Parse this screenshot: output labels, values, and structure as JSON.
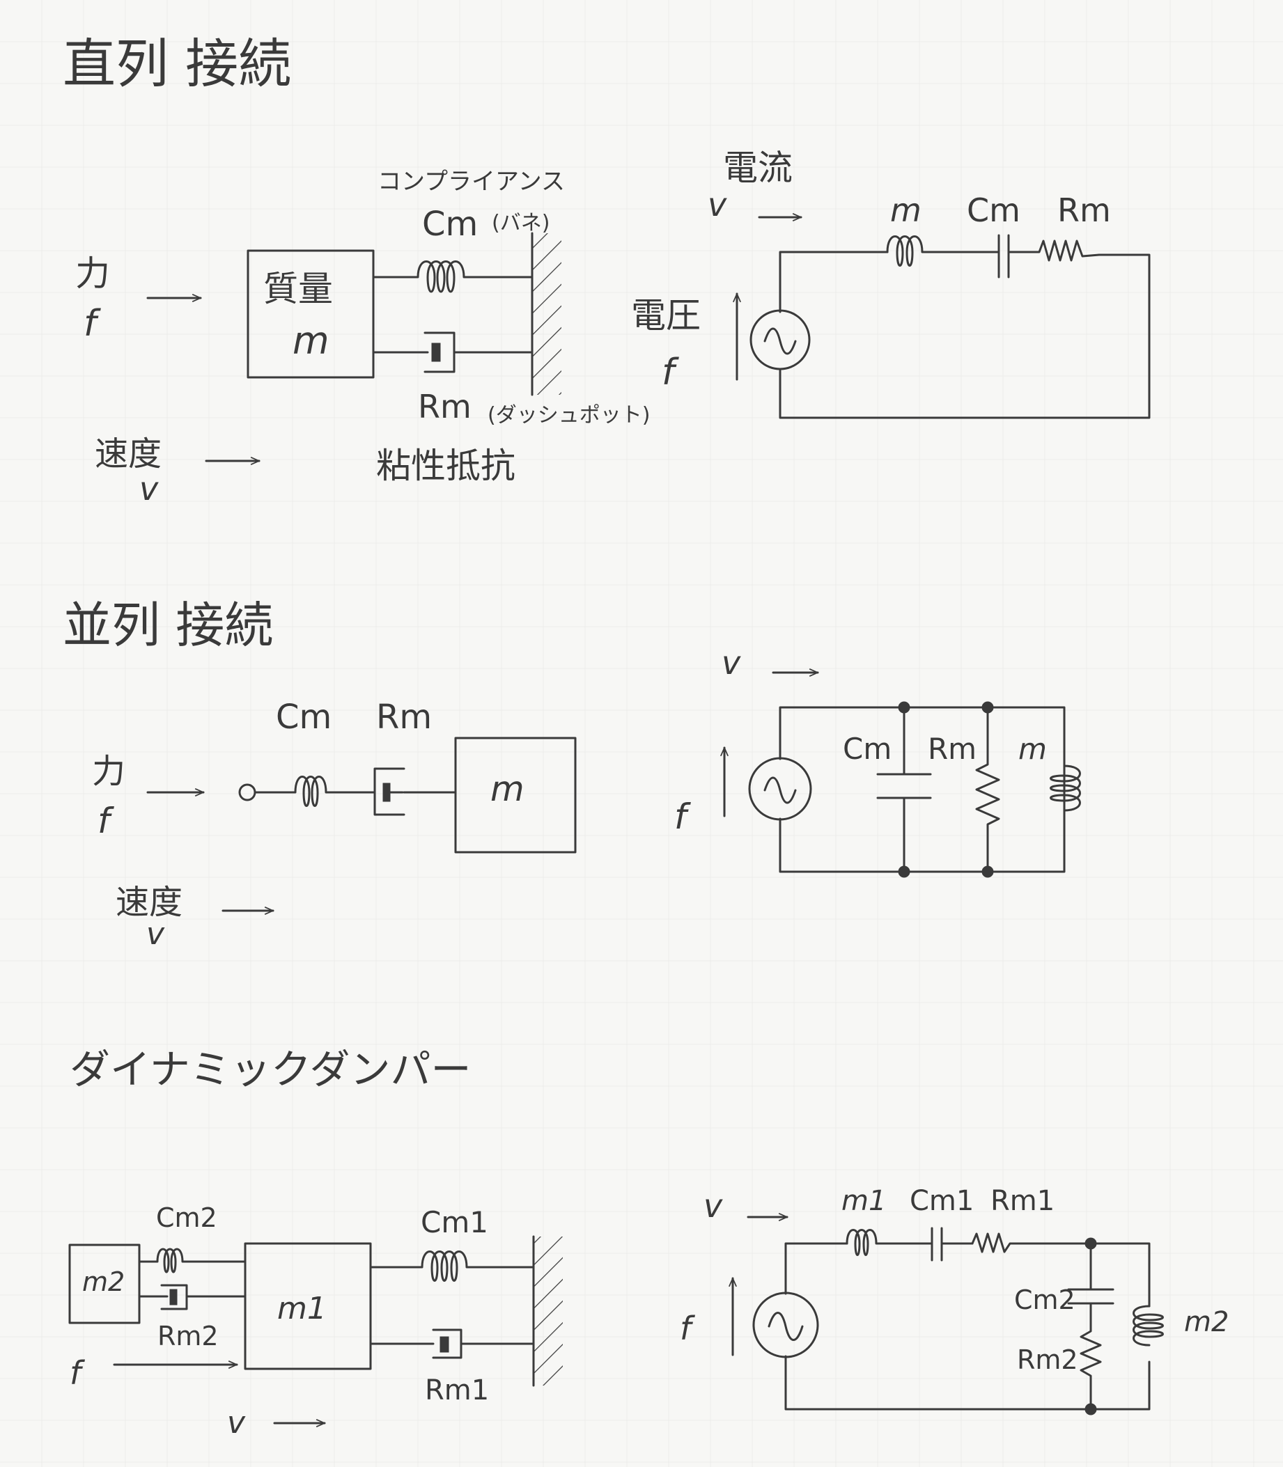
{
  "sections": {
    "series": {
      "title": "直列 接続",
      "mech": {
        "force_label": "力",
        "force_symbol": "f",
        "mass_label": "質量",
        "mass_symbol": "m",
        "compliance_label": "コンプライアンス",
        "spring_label": "Cm",
        "spring_note": "(バネ)",
        "damper_label": "Rm",
        "damper_note": "(ダッシュポット)",
        "viscous_label": "粘性抵抗",
        "velocity_label": "速度",
        "velocity_symbol": "v"
      },
      "elec": {
        "current_label": "電流",
        "current_symbol": "v",
        "voltage_label": "電圧",
        "voltage_symbol": "f",
        "l_label": "m",
        "c_label": "Cm",
        "r_label": "Rm"
      }
    },
    "parallel": {
      "title": "並列 接続",
      "mech": {
        "force_label": "力",
        "force_symbol": "f",
        "spring_label": "Cm",
        "damper_label": "Rm",
        "mass_symbol": "m",
        "velocity_label": "速度",
        "velocity_symbol": "v"
      },
      "elec": {
        "current_symbol": "v",
        "voltage_symbol": "f",
        "c_label": "Cm",
        "r_label": "Rm",
        "l_label": "m"
      }
    },
    "damper": {
      "title": "ダイナミックダンパー",
      "mech": {
        "mass2_symbol": "m2",
        "mass1_symbol": "m1",
        "spring2_label": "Cm2",
        "damper2_label": "Rm2",
        "spring1_label": "Cm1",
        "damper1_label": "Rm1",
        "force_symbol": "f",
        "velocity_symbol": "v"
      },
      "elec": {
        "current_symbol": "v",
        "voltage_symbol": "f",
        "l1_label": "m1",
        "c1_label": "Cm1",
        "r1_label": "Rm1",
        "c2_label": "Cm2",
        "r2_label": "Rm2",
        "l2_label": "m2"
      }
    }
  }
}
